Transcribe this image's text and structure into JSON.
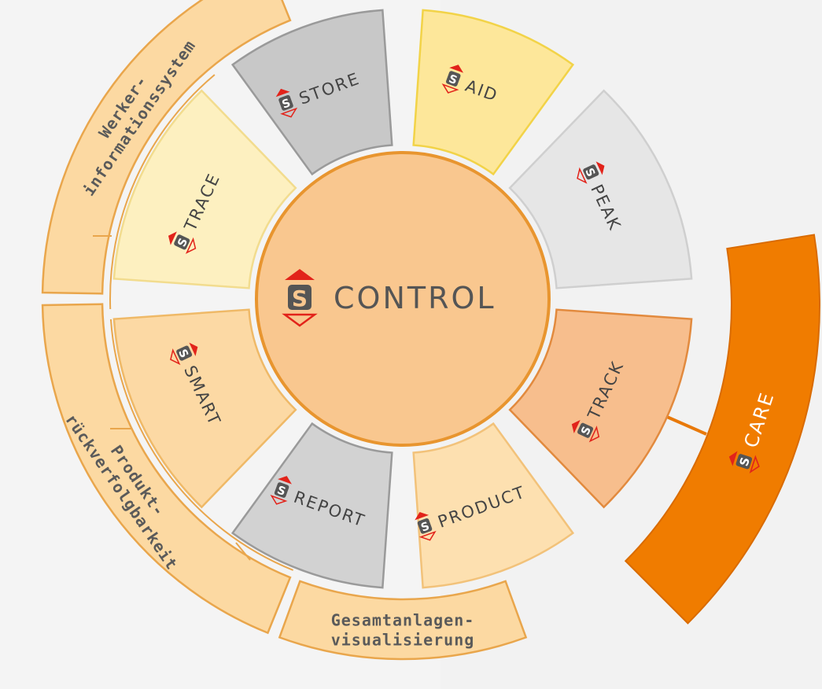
{
  "center": {
    "brand": "CONTROL"
  },
  "modules": [
    {
      "id": "store",
      "label": "STORE"
    },
    {
      "id": "aid",
      "label": "AID"
    },
    {
      "id": "peak",
      "label": "PEAK"
    },
    {
      "id": "track",
      "label": "TRACK"
    },
    {
      "id": "product",
      "label": "PRODUCT"
    },
    {
      "id": "report",
      "label": "REPORT"
    },
    {
      "id": "smart",
      "label": "SMART"
    },
    {
      "id": "trace",
      "label": "TRACE"
    }
  ],
  "care": {
    "label": "CARE"
  },
  "categories": {
    "werker": {
      "lines": [
        "Werker-",
        "informationssystem"
      ]
    },
    "produkt": {
      "lines": [
        "Produkt-",
        "rückverfolgbarkeit"
      ]
    },
    "gesamt": {
      "lines": [
        "Gesamtanlagen-",
        "visualisierung"
      ]
    }
  },
  "colors": {
    "center_fill": "#f9c78f",
    "center_stroke": "#e8952f",
    "store": "#c8c8c8",
    "aid": "#fde79a",
    "peak": "#e6e6e6",
    "track": "#f7be8d",
    "product": "#fde0b0",
    "report": "#d2d2d2",
    "smart": "#fcd9a4",
    "trace": "#fdf0c0",
    "care": "#f07c00",
    "category": "#fcd9a2",
    "logo_red": "#e2231a",
    "logo_gray": "#555555"
  }
}
